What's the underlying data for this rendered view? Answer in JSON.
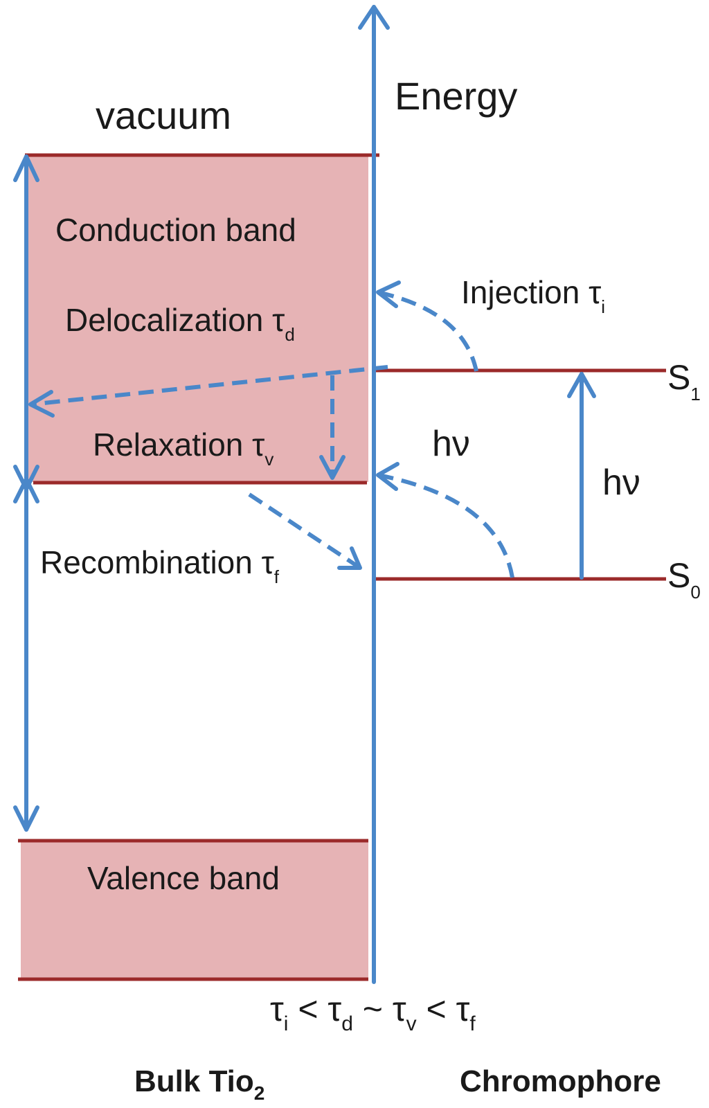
{
  "colors": {
    "band_fill": "#e6b3b5",
    "level_line": "#9b2a2a",
    "arrow": "#4a87c9",
    "text": "#1a1a1a"
  },
  "labels": {
    "energy": "Energy",
    "vacuum": "vacuum",
    "conduction_band": "Conduction band",
    "delocalization": "Delocalization τ",
    "delocalization_sub": "d",
    "relaxation": "Relaxation τ",
    "relaxation_sub": "v",
    "recombination": "Recombination τ",
    "recombination_sub": "f",
    "injection": "Injection τ",
    "injection_sub": "i",
    "valence_band": "Valence band",
    "hv_left": "hν",
    "hv_right": "hν",
    "s1": "S",
    "s1_sub": "1",
    "s0": "S",
    "s0_sub": "0",
    "bulk": "Bulk Tio",
    "bulk_sub": "2",
    "chromophore": "Chromophore",
    "timescale": {
      "t1": "τ",
      "t1_sub": "i",
      "op1": " < ",
      "t2": "τ",
      "t2_sub": "d",
      "op2": " ~ ",
      "t3": "τ",
      "t3_sub": "v",
      "op3": " < ",
      "t4": "τ",
      "t4_sub": "f"
    }
  }
}
